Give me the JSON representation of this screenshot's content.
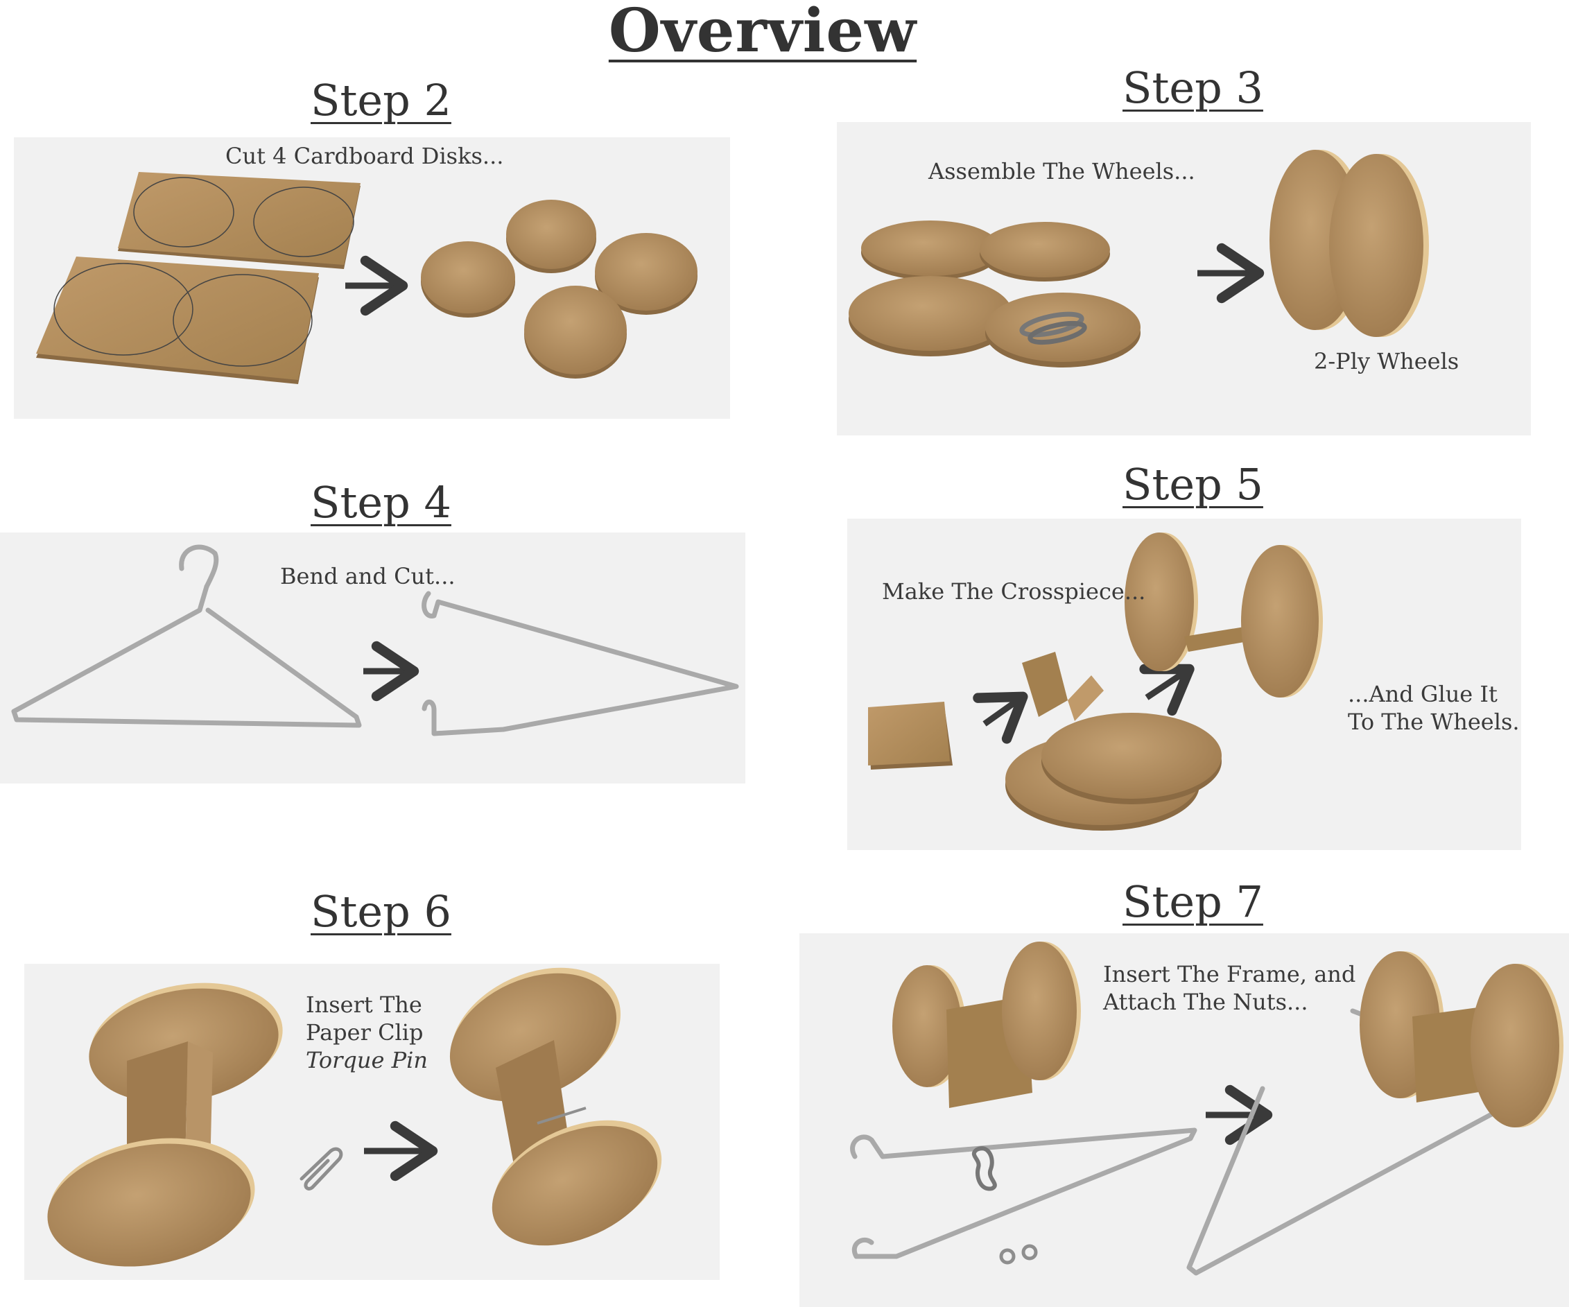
{
  "title": "Overview",
  "steps": {
    "s2": {
      "heading": "Step 2",
      "caption": "Cut 4 Cardboard Disks..."
    },
    "s3": {
      "heading": "Step 3",
      "caption": "Assemble The Wheels...",
      "result": "2-Ply Wheels"
    },
    "s4": {
      "heading": "Step 4",
      "caption": "Bend and Cut..."
    },
    "s5": {
      "heading": "Step 5",
      "caption": "Make The Crosspiece...",
      "caption2_line1": "...And Glue It",
      "caption2_line2": "To The Wheels."
    },
    "s6": {
      "heading": "Step 6",
      "line1": "Insert The",
      "line2": "Paper Clip",
      "line3": "Torque Pin"
    },
    "s7": {
      "heading": "Step 7",
      "line1": "Insert The Frame, and",
      "line2": "Attach The Nuts..."
    }
  },
  "colors": {
    "cardboard": "#b89467",
    "cardboard_edge": "#8a6a43",
    "wire": "#a9a9a9",
    "arrow": "#3a3a3a",
    "panel": "#f1f1f1"
  }
}
